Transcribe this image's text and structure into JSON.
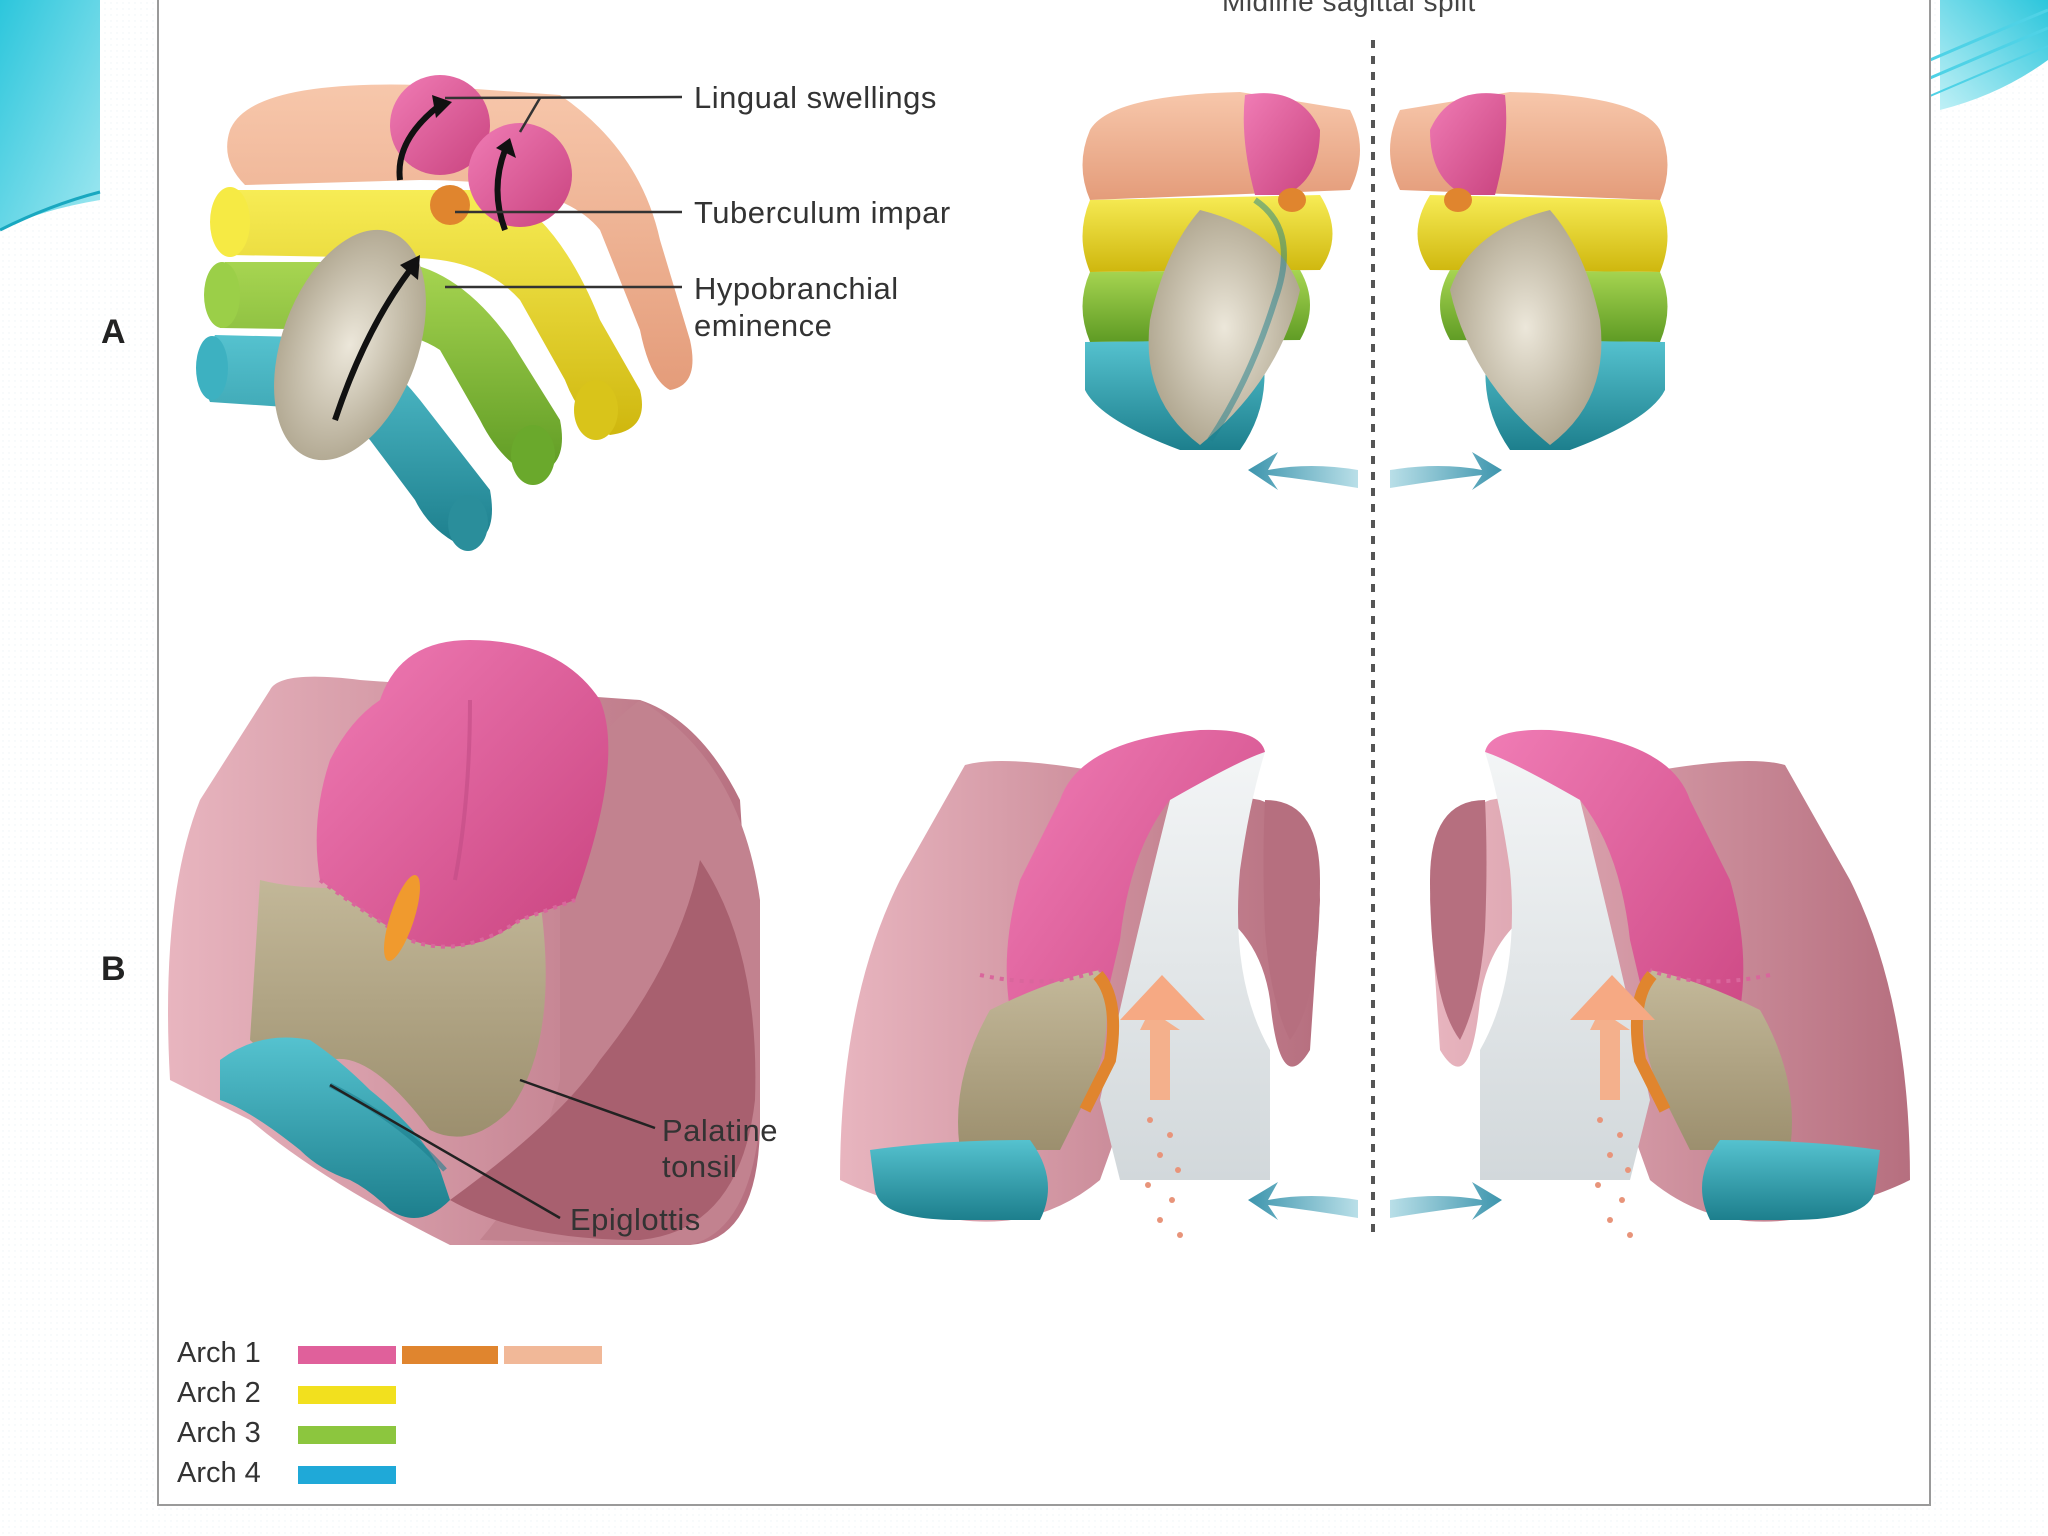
{
  "split_label": "Midline sagittal split",
  "parts": {
    "a": "A",
    "b": "B"
  },
  "labels": {
    "lingual_swellings": "Lingual swellings",
    "tuberculum_impar": "Tuberculum impar",
    "hypobranchial_1": "Hypobranchial",
    "hypobranchial_2": "eminence",
    "palatine_1": "Palatine",
    "palatine_2": "tonsil",
    "epiglottis": "Epiglottis"
  },
  "legend": [
    {
      "label": "Arch 1",
      "colors": [
        "#e0609b",
        "#e0852e",
        "#f1b898"
      ]
    },
    {
      "label": "Arch 2",
      "colors": [
        "#f2e01e"
      ]
    },
    {
      "label": "Arch 3",
      "colors": [
        "#8cc63e"
      ]
    },
    {
      "label": "Arch 4",
      "colors": [
        "#1fa9d8"
      ]
    }
  ],
  "colors": {
    "arch1_pink": "#e0609b",
    "arch1_orange": "#e0852e",
    "arch1_peach": "#f1b898",
    "arch2_yellow": "#f2e01e",
    "arch3_green": "#8cc63e",
    "arch4_teal": "#2ba3b5",
    "hypobranchial": "#c9c0a8",
    "tongue_base": "#b5a98a",
    "mucosa": "#d99aa6",
    "accent_cyan": "#4fd2e6"
  }
}
